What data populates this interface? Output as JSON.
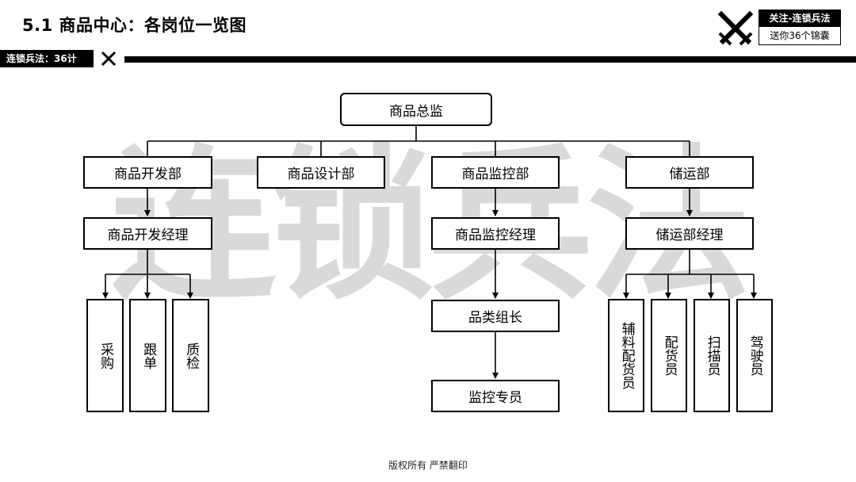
{
  "header": {
    "title": "5.1 商品中心：各岗位一览图",
    "brand_tag": "连锁兵法：36计",
    "badge_top": "关注-连锁兵法",
    "badge_bottom": "送你36个锦囊"
  },
  "watermark": "连锁兵法",
  "org_chart": {
    "root": "商品总监",
    "departments": [
      {
        "name": "商品开发部",
        "manager": "商品开发经理",
        "roles": [
          "采购",
          "跟单",
          "质检"
        ]
      },
      {
        "name": "商品设计部"
      },
      {
        "name": "商品监控部",
        "manager": "商品监控经理",
        "chain": [
          "品类组长",
          "监控专员"
        ]
      },
      {
        "name": "储运部",
        "manager": "储运部经理",
        "roles": [
          "辅料配货员",
          "配货员",
          "扫描员",
          "驾驶员"
        ]
      }
    ]
  },
  "footer": "版权所有 严禁翻印"
}
